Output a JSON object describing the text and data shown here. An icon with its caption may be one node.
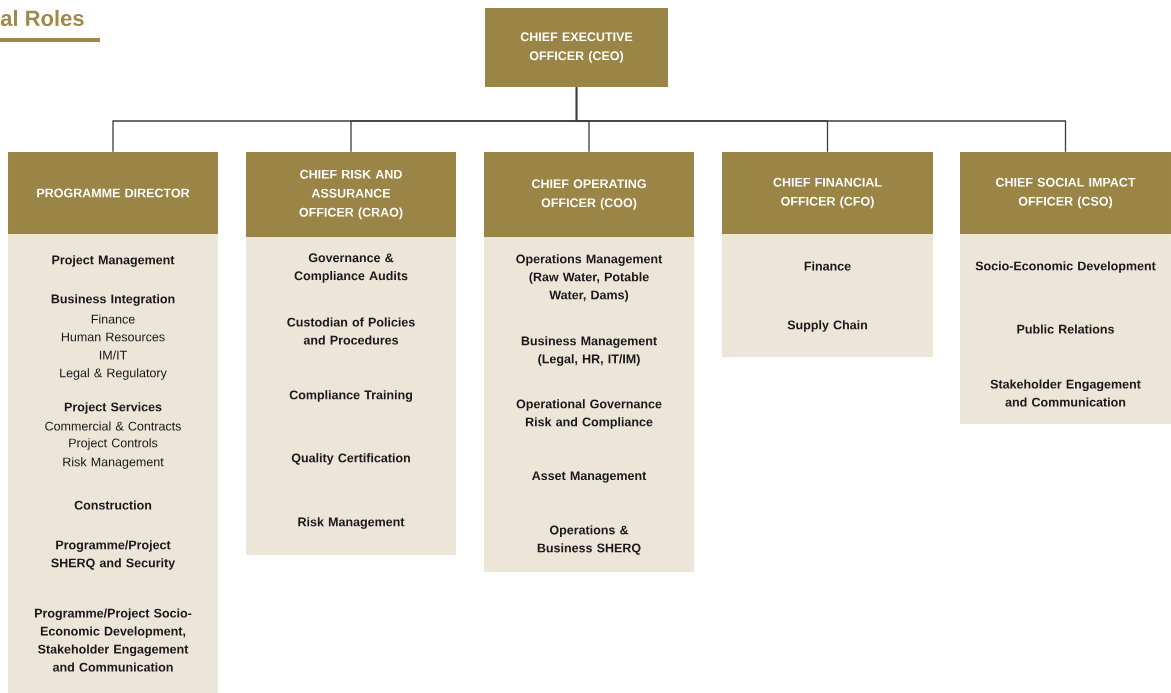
{
  "diagram": {
    "title": "al Roles",
    "nodes": [
      {
        "text": [
          "CHIEF EXECUTIVE OFFICER (CEO)"
        ]
      },
      {
        "text": [
          "PROGRAMME DIRECTOR"
        ]
      },
      {
        "text": [
          "Project Management",
          "Business Integration",
          "Finance",
          "Human Resources",
          "IM/IT",
          "Legal & Regulatory",
          "Project Services",
          "Commercial & Contracts",
          "Project Controls",
          "Risk Management",
          "Construction",
          "Programme/Project SHERQ and Security",
          "Programme/Project Socio-Economic Development, Stakeholder Engagement and Communication"
        ]
      },
      {
        "text": [
          "CHIEF RISK AND ASSURANCE OFFICER (CRAO)"
        ]
      },
      {
        "text": [
          "Governance & Compliance Audits",
          "Custodian of Policies and Procedures",
          "Compliance Training",
          "Quality Certification",
          "Risk Management"
        ]
      },
      {
        "text": [
          "CHIEF OPERATING OFFICER (COO)"
        ]
      },
      {
        "text": [
          "Operations Management (Raw Water, Potable Water, Dams)",
          "Business Management (Legal, HR, IT/IM)",
          "Operational Governance Risk and Compliance",
          "Asset Management",
          "Operations & Business SHERQ"
        ]
      },
      {
        "text": [
          "CHIEF FINANCIAL OFFICER (CFO)"
        ]
      },
      {
        "text": [
          "Finance",
          "Supply Chain"
        ]
      },
      {
        "text": [
          "CHIEF SOCIAL IMPACT OFFICER (CSO)"
        ]
      },
      {
        "text": [
          "Socio-Economic Development",
          "Public Relations",
          "Stakeholder Engagement and Communication"
        ]
      }
    ],
    "edges": [
      {
        "from": 0,
        "to": 1,
        "arrow": "none"
      },
      {
        "from": 0,
        "to": 3,
        "arrow": "none"
      },
      {
        "from": 0,
        "to": 5,
        "arrow": "none"
      },
      {
        "from": 0,
        "to": 7,
        "arrow": "none"
      },
      {
        "from": 0,
        "to": 9,
        "arrow": "none"
      }
    ]
  }
}
